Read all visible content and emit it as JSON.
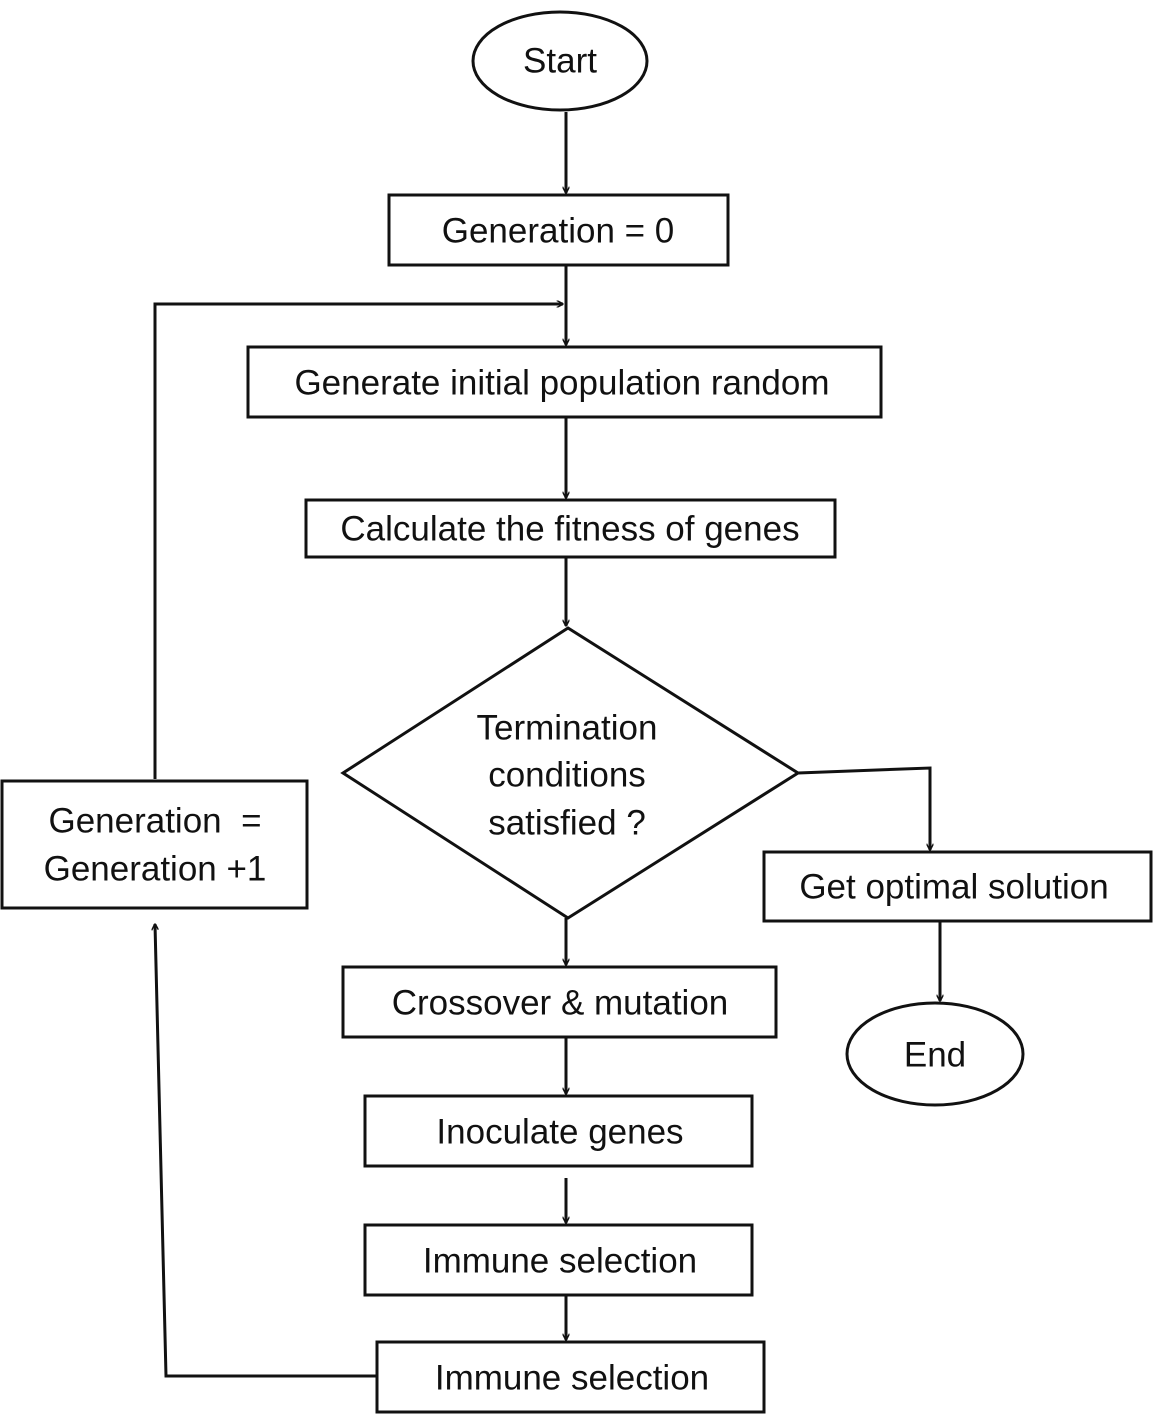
{
  "nodes": {
    "start": "Start",
    "gen_zero": "Generation = 0",
    "init_pop": "Generate initial population random",
    "fitness": "Calculate the fitness of genes",
    "decision": [
      "Termination",
      "conditions",
      "satisfied ?"
    ],
    "optimal": "Get optimal solution",
    "end": "End",
    "crossover": "Crossover & mutation",
    "inoculate": "Inoculate genes",
    "immune1": "Immune selection",
    "immune2": "Immune selection",
    "increment": [
      "Generation  =",
      "Generation +1"
    ]
  }
}
